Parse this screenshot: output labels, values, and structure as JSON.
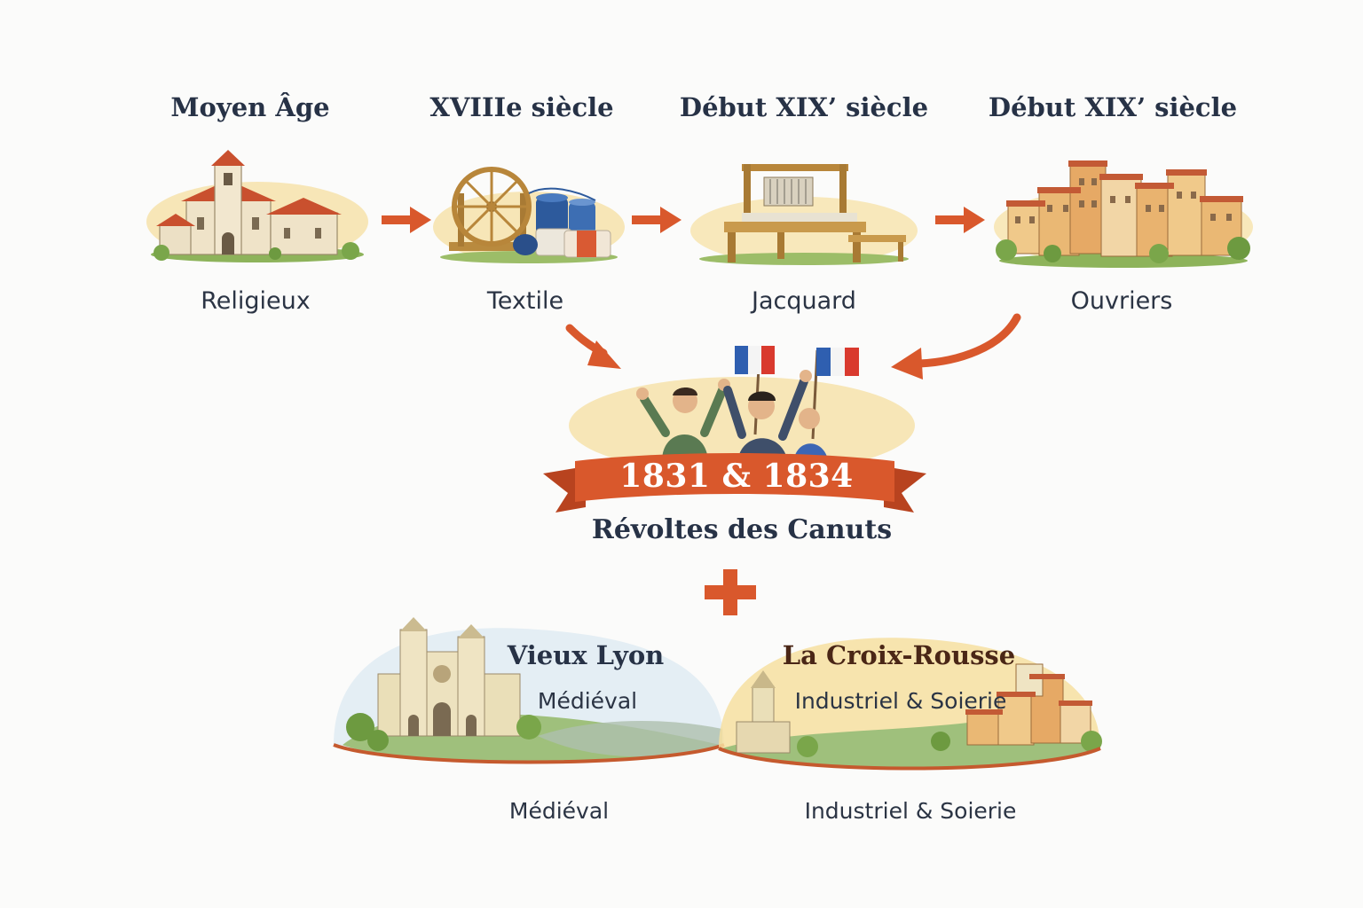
{
  "timeline": [
    {
      "era": "Moyen Âge",
      "label": "Religieux",
      "icon": "church-icon"
    },
    {
      "era": "XVIIIe siècle",
      "label": "Textile",
      "icon": "spinning-wheel-icon"
    },
    {
      "era": "Début XIX’ siècle",
      "label": "Jacquard",
      "icon": "loom-icon"
    },
    {
      "era": "Début XIX’ siècle",
      "label": "Ouvriers",
      "icon": "workers-houses-icon"
    }
  ],
  "revolt": {
    "years": "1831 & 1834",
    "title": "Révoltes des Canuts",
    "icon": "revolting-workers-icon"
  },
  "plus_icon": "plus-icon",
  "districts": [
    {
      "name": "Vieux Lyon",
      "inner_label": "Médiéval",
      "caption": "Médiéval",
      "icon": "cathedral-icon"
    },
    {
      "name": "La Croix-Rousse",
      "inner_label": "Industriel & Soierie",
      "caption": "Industriel & Soierie",
      "icon": "hill-town-icon"
    }
  ],
  "colors": {
    "accent": "#d9582c",
    "title": "#273246",
    "wash": "#f6dfa0",
    "green": "#7aa64a"
  }
}
